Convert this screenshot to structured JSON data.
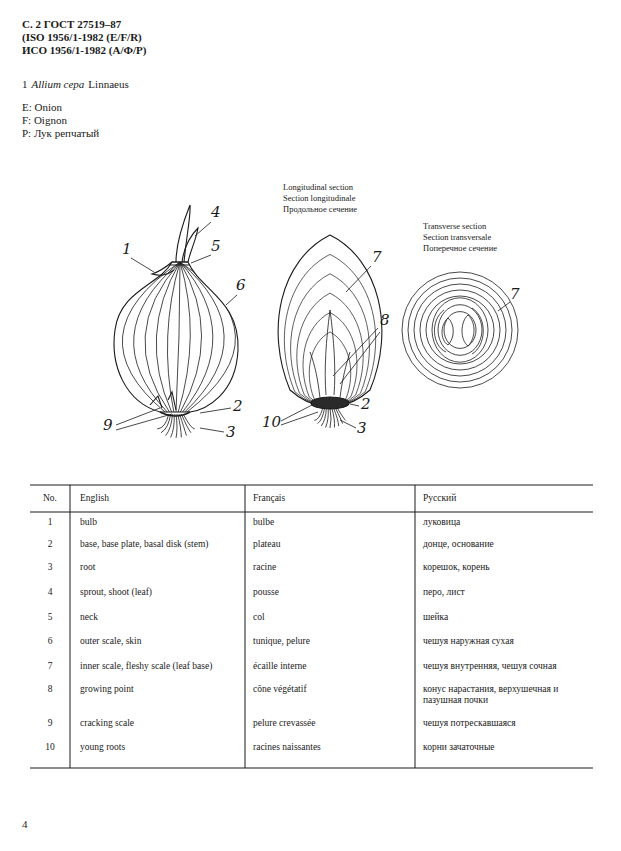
{
  "diagram": {
    "labels": [
      "С. 2 ГОСТ 27519–87",
      "(ISO 1956/1-1982 (E/F/R)",
      "ИСО 1956/1-1982 (А/Ф/Р)",
      "1",
      "Allium cepa",
      "Linnaeus",
      "E: Onion",
      "F: Oignon",
      "P: Лук репчатый",
      "Longitudinal section",
      "Section longitudinale",
      "Продольное сечение",
      "Transverse section",
      "Section transversale",
      "Поперечное сечение",
      "1",
      "4",
      "5",
      "6",
      "9",
      "2",
      "3",
      "7",
      "8",
      "2",
      "10",
      "3",
      "7",
      "No.",
      "English",
      "Français",
      "Русский",
      "1",
      "bulb",
      "bulbe",
      "луковица",
      "2",
      "base, base plate, basal disk (stem)",
      "plateau",
      "донце, основание",
      "3",
      "root",
      "racine",
      "корешок, корень",
      "4",
      "sprout, shoot (leaf)",
      "pousse",
      "перо, лист",
      "5",
      "neck",
      "col",
      "шейка",
      "6",
      "outer scale, skin",
      "tunique, pelure",
      "чешуя наружная сухая",
      "7",
      "inner scale, fleshy scale (leaf base)",
      "écaille interne",
      "чешуя внутренняя, чешуя сочная",
      "8",
      "growing point",
      "cône végétatif",
      "конус нарастания, верхушечная и пазушная почки",
      "9",
      "cracking scale",
      "pelure crevassée",
      "чешуя потрескавшаяся",
      "10",
      "young roots",
      "racines naissantes",
      "корни зачаточные",
      "4"
    ]
  }
}
